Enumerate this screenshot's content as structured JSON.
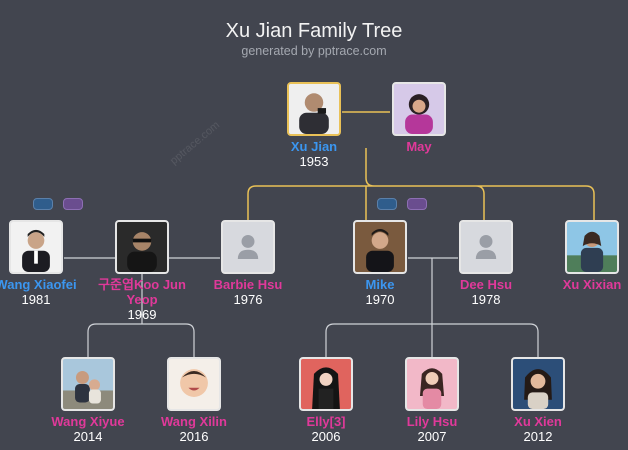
{
  "header": {
    "title": "Xu Jian Family Tree",
    "subtitle": "generated by pptrace.com",
    "watermark": "pptrace.com"
  },
  "colors": {
    "background": "#42454f",
    "male": "#3b96f0",
    "female": "#e0399a",
    "connector_highlight": "#e9c157",
    "connector": "#d0d3d8"
  },
  "people": {
    "xu_jian": {
      "name": "Xu Jian",
      "year": "1953",
      "gender": "male",
      "photo": "photo"
    },
    "may": {
      "name": "May",
      "year": "",
      "gender": "female",
      "photo": "photo"
    },
    "wang_xiaofei": {
      "name": "Wang Xiaofei",
      "year": "1981",
      "gender": "male",
      "photo": "photo"
    },
    "koo_jun_yeop": {
      "name": "구준엽Koo Jun Yeop",
      "year": "1969",
      "gender": "female",
      "photo": "photo"
    },
    "barbie_hsu": {
      "name": "Barbie Hsu",
      "year": "1976",
      "gender": "female",
      "photo": "placeholder-person-icon"
    },
    "mike": {
      "name": "Mike",
      "year": "1970",
      "gender": "male",
      "photo": "photo"
    },
    "dee_hsu": {
      "name": "Dee Hsu",
      "year": "1978",
      "gender": "female",
      "photo": "placeholder-person-icon"
    },
    "xu_xixian": {
      "name": "Xu Xixian",
      "year": "",
      "gender": "female",
      "photo": "photo"
    },
    "wang_xiyue": {
      "name": "Wang Xiyue",
      "year": "2014",
      "gender": "female",
      "photo": "photo"
    },
    "wang_xilin": {
      "name": "Wang Xilin",
      "year": "2016",
      "gender": "female",
      "photo": "photo"
    },
    "elly": {
      "name": "Elly[3]",
      "year": "2006",
      "gender": "female",
      "photo": "photo"
    },
    "lily_hsu": {
      "name": "Lily Hsu",
      "year": "2007",
      "gender": "female",
      "photo": "photo"
    },
    "xu_xien": {
      "name": "Xu Xien",
      "year": "2012",
      "gender": "female",
      "photo": "photo"
    }
  }
}
